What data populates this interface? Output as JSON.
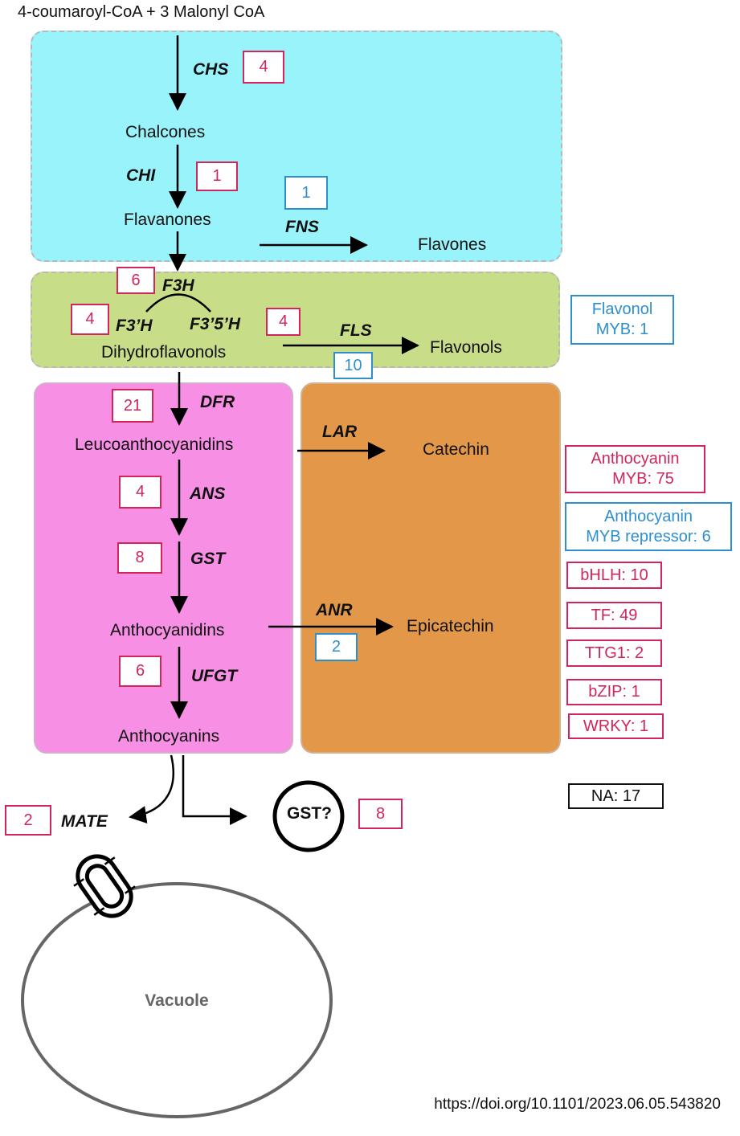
{
  "start_compound": "4-coumaroyl-CoA + 3 Malonyl CoA",
  "compounds": {
    "chalcones": "Chalcones",
    "flavanones": "Flavanones",
    "flavones": "Flavones",
    "dihydroflavonols": "Dihydroflavonols",
    "flavonols": "Flavonols",
    "leucoanthocyanidins": "Leucoanthocyanidins",
    "catechin": "Catechin",
    "anthocyanidins": "Anthocyanidins",
    "epicatechin": "Epicatechin",
    "anthocyanins": "Anthocyanins"
  },
  "enzymes": {
    "chs": "CHS",
    "chi": "CHI",
    "fns": "FNS",
    "f3h": "F3H",
    "f3ph": "F3’H",
    "f35h": "F3’5’H",
    "fls": "FLS",
    "dfr": "DFR",
    "lar": "LAR",
    "ans": "ANS",
    "gst": "GST",
    "anr": "ANR",
    "ufgt": "UFGT",
    "mate": "MATE"
  },
  "gene_counts": {
    "chs": "4",
    "chi": "1",
    "fns": "1",
    "f3h": "6",
    "f3ph": "4",
    "f35h": "4",
    "fls": "10",
    "dfr": "21",
    "ans": "4",
    "gst": "8",
    "anr": "2",
    "ufgt": "6",
    "mate": "2",
    "gst_transport": "8"
  },
  "regulators": {
    "flavonol_myb": {
      "line1": "Flavonol",
      "line2": "MYB: 1"
    },
    "anthocyanin_myb": {
      "line1": "Anthocyanin",
      "line2": "MYB: 75"
    },
    "anthocyanin_myb_repressor": {
      "line1": "Anthocyanin",
      "line2": "MYB repressor: 6"
    },
    "bhlh": "bHLH: 10",
    "tf": "TF: 49",
    "ttg1": "TTG1: 2",
    "bzip": "bZIP: 1",
    "wrky": "WRKY: 1",
    "na": "NA: 17"
  },
  "transport": {
    "gst_circle": "GST?",
    "vacuole": "Vacuole"
  },
  "doi": "https://doi.org/10.1101/2023.06.05.543820",
  "colors": {
    "flavone_region": "#99f3fa",
    "flavonol_region": "#c8dd88",
    "anthocyanin_region": "#f78fe4",
    "proanthocyanidin_region": "#e39849",
    "red_box": "#d0265a",
    "blue_box": "#2d8fd0"
  }
}
